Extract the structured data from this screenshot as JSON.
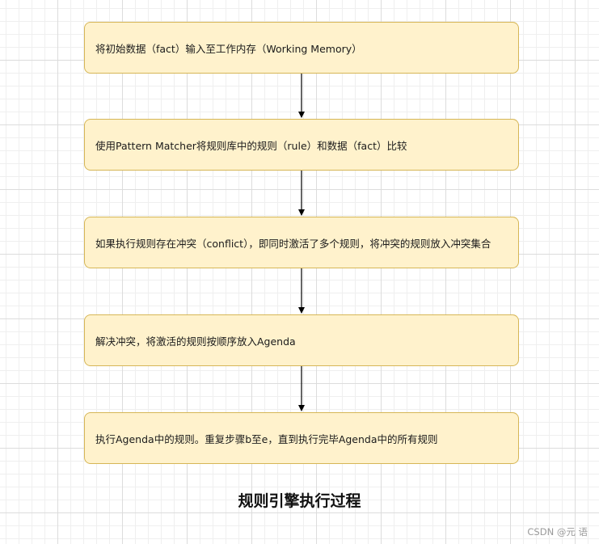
{
  "diagram": {
    "steps": [
      "将初始数据（fact）输入至工作内存（Working Memory）",
      "使用Pattern Matcher将规则库中的规则（rule）和数据（fact）比较",
      "如果执行规则存在冲突（conflict），即同时激活了多个规则，将冲突的规则放入冲突集合",
      "解决冲突，将激活的规则按顺序放入Agenda",
      "执行Agenda中的规则。重复步骤b至e，直到执行完毕Agenda中的所有规则"
    ],
    "title": "规则引擎执行过程"
  },
  "watermark": "CSDN @元 语",
  "colors": {
    "box_fill": "#fff2cc",
    "box_border": "#d6b656",
    "arrow": "#000000"
  }
}
